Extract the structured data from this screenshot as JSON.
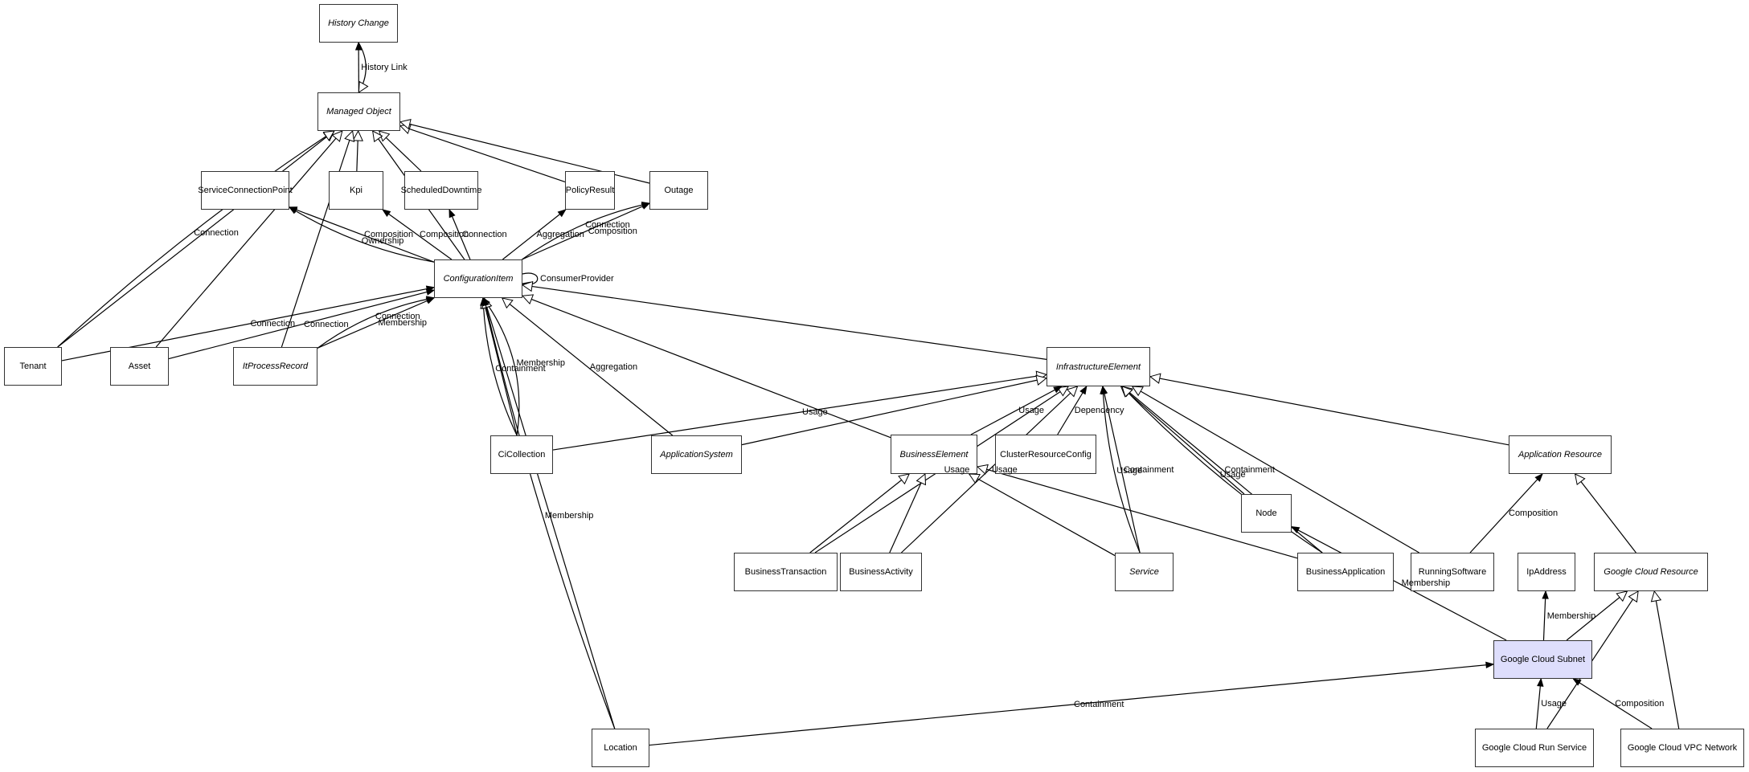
{
  "diagram": {
    "title": "CI class relationship diagram",
    "highlight_color": "#dedefc",
    "nodes": [
      {
        "id": "history_change",
        "label": "History Change",
        "abstract": true
      },
      {
        "id": "managed_object",
        "label": "Managed Object",
        "abstract": true
      },
      {
        "id": "service_connection_point",
        "label": "ServiceConnectionPoint",
        "abstract": false
      },
      {
        "id": "kpi",
        "label": "Kpi",
        "abstract": false
      },
      {
        "id": "scheduled_downtime",
        "label": "ScheduledDowntime",
        "abstract": false
      },
      {
        "id": "policy_result",
        "label": "PolicyResult",
        "abstract": false
      },
      {
        "id": "outage",
        "label": "Outage",
        "abstract": false
      },
      {
        "id": "configuration_item",
        "label": "ConfigurationItem",
        "abstract": true
      },
      {
        "id": "tenant",
        "label": "Tenant",
        "abstract": false
      },
      {
        "id": "asset",
        "label": "Asset",
        "abstract": false
      },
      {
        "id": "it_process_record",
        "label": "ItProcessRecord",
        "abstract": true
      },
      {
        "id": "infrastructure_element",
        "label": "InfrastructureElement",
        "abstract": true
      },
      {
        "id": "ci_collection",
        "label": "CiCollection",
        "abstract": false
      },
      {
        "id": "application_system",
        "label": "ApplicationSystem",
        "abstract": true
      },
      {
        "id": "business_element",
        "label": "BusinessElement",
        "abstract": true
      },
      {
        "id": "cluster_resource_config",
        "label": "ClusterResourceConfig",
        "abstract": false
      },
      {
        "id": "application_resource",
        "label": "Application Resource",
        "abstract": true
      },
      {
        "id": "node",
        "label": "Node",
        "abstract": false
      },
      {
        "id": "business_transaction",
        "label": "BusinessTransaction",
        "abstract": false
      },
      {
        "id": "business_activity",
        "label": "BusinessActivity",
        "abstract": false
      },
      {
        "id": "service",
        "label": "Service",
        "abstract": true
      },
      {
        "id": "business_application",
        "label": "BusinessApplication",
        "abstract": false
      },
      {
        "id": "running_software",
        "label": "RunningSoftware",
        "abstract": false
      },
      {
        "id": "ip_address",
        "label": "IpAddress",
        "abstract": false
      },
      {
        "id": "google_cloud_resource",
        "label": "Google Cloud Resource",
        "abstract": true
      },
      {
        "id": "google_cloud_subnet",
        "label": "Google Cloud Subnet",
        "abstract": false,
        "highlighted": true
      },
      {
        "id": "location",
        "label": "Location",
        "abstract": false
      },
      {
        "id": "google_cloud_run_service",
        "label": "Google Cloud Run Service",
        "abstract": false
      },
      {
        "id": "google_cloud_vpc_network",
        "label": "Google Cloud VPC Network",
        "abstract": false
      }
    ],
    "edges": [
      {
        "from": "managed_object",
        "to": "history_change",
        "label": "History Link",
        "kind": "association"
      },
      {
        "from": "history_change",
        "to": "managed_object",
        "label": "",
        "kind": "inheritance"
      },
      {
        "from": "kpi",
        "to": "managed_object",
        "label": "",
        "kind": "inheritance"
      },
      {
        "from": "scheduled_downtime",
        "to": "managed_object",
        "label": "",
        "kind": "inheritance"
      },
      {
        "from": "policy_result",
        "to": "managed_object",
        "label": "",
        "kind": "inheritance"
      },
      {
        "from": "outage",
        "to": "managed_object",
        "label": "",
        "kind": "inheritance"
      },
      {
        "from": "configuration_item",
        "to": "managed_object",
        "label": "",
        "kind": "inheritance"
      },
      {
        "from": "tenant",
        "to": "managed_object",
        "label": "",
        "kind": "inheritance"
      },
      {
        "from": "tenant",
        "to": "managed_object",
        "label": "Connection",
        "kind": "inheritance"
      },
      {
        "from": "asset",
        "to": "managed_object",
        "label": "",
        "kind": "inheritance"
      },
      {
        "from": "it_process_record",
        "to": "managed_object",
        "label": "",
        "kind": "inheritance"
      },
      {
        "from": "configuration_item",
        "to": "service_connection_point",
        "label": "Composition",
        "kind": "association"
      },
      {
        "from": "configuration_item",
        "to": "service_connection_point",
        "label": "Ownership",
        "kind": "association"
      },
      {
        "from": "configuration_item",
        "to": "kpi",
        "label": "Composition",
        "kind": "association"
      },
      {
        "from": "configuration_item",
        "to": "scheduled_downtime",
        "label": "Connection",
        "kind": "association"
      },
      {
        "from": "configuration_item",
        "to": "policy_result",
        "label": "Aggregation",
        "kind": "association"
      },
      {
        "from": "configuration_item",
        "to": "outage",
        "label": "Composition",
        "kind": "association"
      },
      {
        "from": "configuration_item",
        "to": "outage",
        "label": "Connection",
        "kind": "association"
      },
      {
        "from": "configuration_item",
        "to": "configuration_item",
        "label": "ConsumerProvider",
        "kind": "association"
      },
      {
        "from": "tenant",
        "to": "configuration_item",
        "label": "Connection",
        "kind": "association"
      },
      {
        "from": "asset",
        "to": "configuration_item",
        "label": "Connection",
        "kind": "association"
      },
      {
        "from": "it_process_record",
        "to": "configuration_item",
        "label": "Membership",
        "kind": "association"
      },
      {
        "from": "it_process_record",
        "to": "configuration_item",
        "label": "Connection",
        "kind": "association"
      },
      {
        "from": "ci_collection",
        "to": "configuration_item",
        "label": "",
        "kind": "inheritance"
      },
      {
        "from": "ci_collection",
        "to": "configuration_item",
        "label": "Containment",
        "kind": "association"
      },
      {
        "from": "ci_collection",
        "to": "configuration_item",
        "label": "Membership",
        "kind": "association"
      },
      {
        "from": "application_system",
        "to": "configuration_item",
        "label": "Aggregation",
        "kind": "inheritance"
      },
      {
        "from": "business_element",
        "to": "configuration_item",
        "label": "",
        "kind": "inheritance"
      },
      {
        "from": "infrastructure_element",
        "to": "configuration_item",
        "label": "",
        "kind": "inheritance"
      },
      {
        "from": "location",
        "to": "configuration_item",
        "label": "",
        "kind": "inheritance"
      },
      {
        "from": "location",
        "to": "configuration_item",
        "label": "Membership",
        "kind": "association"
      },
      {
        "from": "ci_collection",
        "to": "infrastructure_element",
        "label": "Usage",
        "kind": "inheritance"
      },
      {
        "from": "application_system",
        "to": "infrastructure_element",
        "label": "",
        "kind": "inheritance"
      },
      {
        "from": "business_transaction",
        "to": "infrastructure_element",
        "label": "Usage",
        "kind": "inheritance"
      },
      {
        "from": "business_activity",
        "to": "infrastructure_element",
        "label": "Usage",
        "kind": "inheritance"
      },
      {
        "from": "business_element",
        "to": "infrastructure_element",
        "label": "Usage",
        "kind": "association"
      },
      {
        "from": "cluster_resource_config",
        "to": "infrastructure_element",
        "label": "Dependency",
        "kind": "association"
      },
      {
        "from": "service",
        "to": "infrastructure_element",
        "label": "Containment",
        "kind": "association"
      },
      {
        "from": "service",
        "to": "infrastructure_element",
        "label": "Usage",
        "kind": "association"
      },
      {
        "from": "node",
        "to": "infrastructure_element",
        "label": "",
        "kind": "inheritance"
      },
      {
        "from": "business_application",
        "to": "infrastructure_element",
        "label": "Containment",
        "kind": "inheritance"
      },
      {
        "from": "business_application",
        "to": "infrastructure_element",
        "label": "Usage",
        "kind": "inheritance"
      },
      {
        "from": "running_software",
        "to": "infrastructure_element",
        "label": "",
        "kind": "inheritance"
      },
      {
        "from": "application_resource",
        "to": "infrastructure_element",
        "label": "",
        "kind": "inheritance"
      },
      {
        "from": "business_transaction",
        "to": "business_element",
        "label": "",
        "kind": "inheritance"
      },
      {
        "from": "business_activity",
        "to": "business_element",
        "label": "",
        "kind": "inheritance"
      },
      {
        "from": "service",
        "to": "business_element",
        "label": "",
        "kind": "inheritance"
      },
      {
        "from": "business_application",
        "to": "business_element",
        "label": "",
        "kind": "inheritance"
      },
      {
        "from": "running_software",
        "to": "application_resource",
        "label": "Composition",
        "kind": "association"
      },
      {
        "from": "google_cloud_resource",
        "to": "application_resource",
        "label": "",
        "kind": "inheritance"
      },
      {
        "from": "google_cloud_subnet",
        "to": "node",
        "label": "Membership",
        "kind": "association"
      },
      {
        "from": "google_cloud_subnet",
        "to": "ip_address",
        "label": "Membership",
        "kind": "association"
      },
      {
        "from": "google_cloud_subnet",
        "to": "google_cloud_resource",
        "label": "",
        "kind": "inheritance"
      },
      {
        "from": "location",
        "to": "google_cloud_subnet",
        "label": "Containment",
        "kind": "association"
      },
      {
        "from": "google_cloud_run_service",
        "to": "google_cloud_subnet",
        "label": "Usage",
        "kind": "association"
      },
      {
        "from": "google_cloud_vpc_network",
        "to": "google_cloud_subnet",
        "label": "Composition",
        "kind": "association"
      },
      {
        "from": "google_cloud_run_service",
        "to": "google_cloud_resource",
        "label": "",
        "kind": "inheritance"
      },
      {
        "from": "google_cloud_vpc_network",
        "to": "google_cloud_resource",
        "label": "",
        "kind": "inheritance"
      }
    ]
  }
}
